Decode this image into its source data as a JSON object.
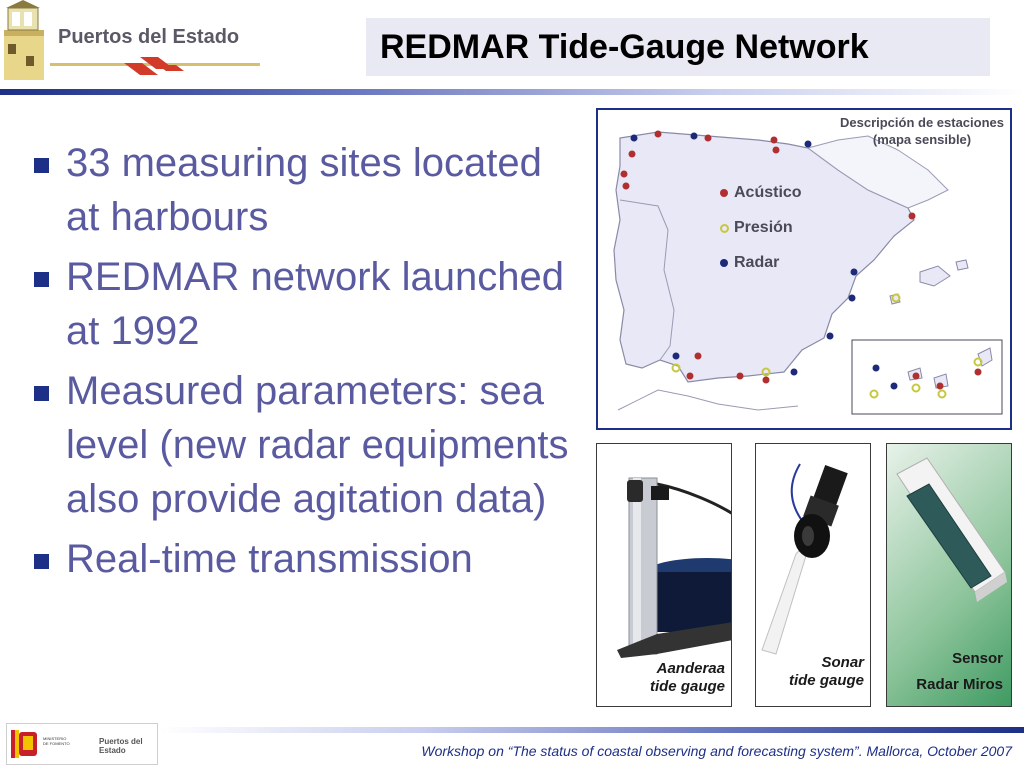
{
  "header": {
    "org_name": "Puertos del Estado",
    "title": "REDMAR Tide-Gauge Network"
  },
  "bullets": [
    "33 measuring sites located at harbours",
    "REDMAR network launched at 1992",
    "Measured parameters: sea level (new radar equipments also provide agitation data)",
    "Real-time transmission"
  ],
  "map": {
    "description_line1": "Descripción de estaciones",
    "description_line2": "(mapa sensible)",
    "legend": [
      {
        "label": "Acústico",
        "color": "#b03030"
      },
      {
        "label": "Presión",
        "color": "#c8c840"
      },
      {
        "label": "Radar",
        "color": "#1d2a7a"
      }
    ]
  },
  "photos": {
    "aanderaa_line1": "Aanderaa",
    "aanderaa_line2": "tide gauge",
    "sonar_line1": "Sonar",
    "sonar_line2": "tide gauge",
    "radar_line1": "Sensor",
    "radar_line2": "Radar Miros"
  },
  "footer": {
    "ministry_line1": "MINISTERIO",
    "ministry_line2": "DE FOMENTO",
    "org_name": "Puertos del Estado",
    "text": "Workshop on “The status of coastal observing and forecasting system”. Mallorca, October 2007"
  },
  "colors": {
    "accent": "#1d2f86",
    "bullet_text": "#5a5aa0",
    "title_bg": "#e9e9f4"
  }
}
